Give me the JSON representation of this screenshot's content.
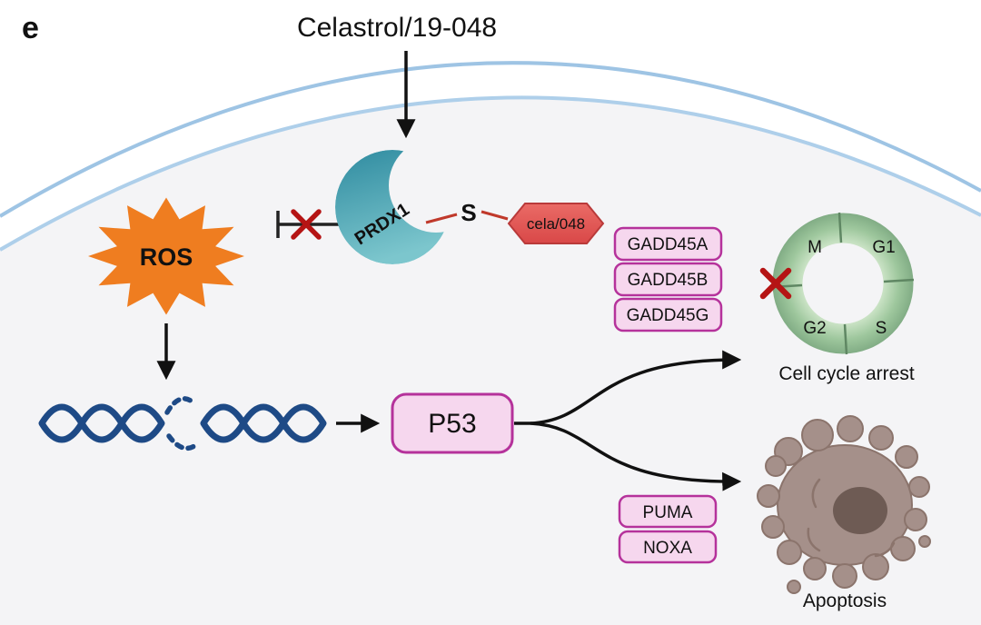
{
  "panel_label": "e",
  "title": "Celastrol/19-048",
  "molecules": {
    "ros": "ROS",
    "prdx1": "PRDX1",
    "sulfur": "S",
    "cela": "cela/048",
    "p53": "P53"
  },
  "gadd_targets": [
    "GADD45A",
    "GADD45B",
    "GADD45G"
  ],
  "apoptosis_targets": [
    "PUMA",
    "NOXA"
  ],
  "cell_cycle": {
    "phases": [
      "M",
      "G1",
      "S",
      "G2"
    ],
    "caption": "Cell cycle arrest"
  },
  "apoptosis_caption": "Apoptosis",
  "colors": {
    "membrane_blue": "#9ec4e4",
    "cytoplasm_gray": "#f4f4f6",
    "ros_orange": "#ef7d20",
    "prdx1_teal": "#4aa3b4",
    "sulfur_blue": "#2e6db4",
    "cela_red": "#e15b5b",
    "bond_red": "#c0392b",
    "inhibit_x_red": "#b51414",
    "box_pink_fill": "#f6d7ee",
    "box_pink_border": "#b5329b",
    "dna_navy": "#1e4a86",
    "cycle_green": "#92bf94",
    "apoptosis_brown": "#a5908a",
    "nucleus_brown": "#6e5b54"
  }
}
